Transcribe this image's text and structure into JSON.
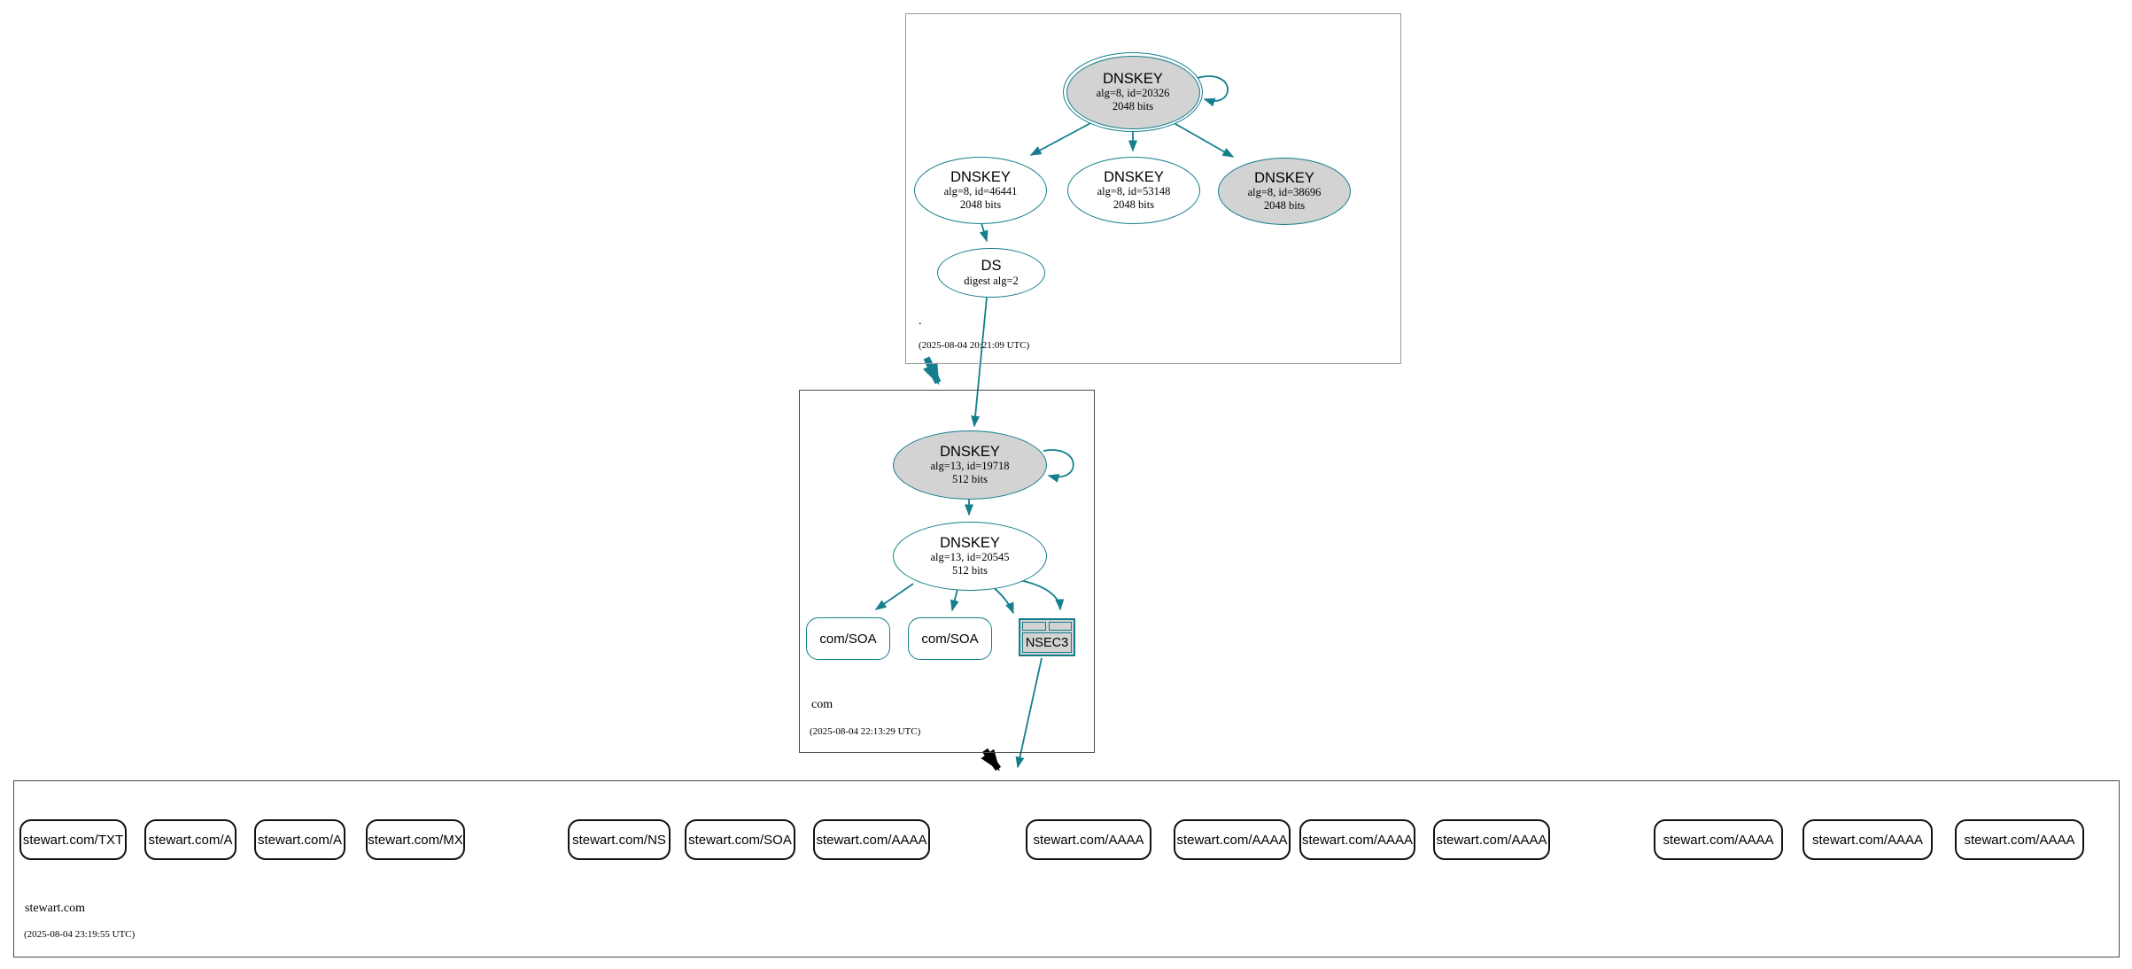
{
  "colors": {
    "teal": "#147e8c",
    "node_fill_gray": "#d3d3d3",
    "zone_border_root": "#999999",
    "zone_border_dark": "#4a4a4a",
    "insecure_edge_black": "#000000"
  },
  "zones": {
    "root": {
      "name": ".",
      "timestamp": "(2025-08-04 20:21:09 UTC)",
      "ksk": {
        "title": "DNSKEY",
        "detail1": "alg=8, id=20326",
        "detail2": "2048 bits"
      },
      "zsk1": {
        "title": "DNSKEY",
        "detail1": "alg=8, id=46441",
        "detail2": "2048 bits"
      },
      "zsk2": {
        "title": "DNSKEY",
        "detail1": "alg=8, id=53148",
        "detail2": "2048 bits"
      },
      "zsk3": {
        "title": "DNSKEY",
        "detail1": "alg=8, id=38696",
        "detail2": "2048 bits"
      },
      "ds": {
        "title": "DS",
        "detail1": "digest alg=2"
      }
    },
    "com": {
      "name": "com",
      "timestamp": "(2025-08-04 22:13:29 UTC)",
      "ksk": {
        "title": "DNSKEY",
        "detail1": "alg=13, id=19718",
        "detail2": "512 bits"
      },
      "zsk": {
        "title": "DNSKEY",
        "detail1": "alg=13, id=20545",
        "detail2": "512 bits"
      },
      "soa1": {
        "label": "com/SOA"
      },
      "soa2": {
        "label": "com/SOA"
      },
      "nsec3": {
        "label": "NSEC3"
      }
    },
    "stewart": {
      "name": "stewart.com",
      "timestamp": "(2025-08-04 23:19:55 UTC)",
      "rrsets": [
        "stewart.com/TXT",
        "stewart.com/A",
        "stewart.com/A",
        "stewart.com/MX",
        "stewart.com/NS",
        "stewart.com/SOA",
        "stewart.com/AAAA",
        "stewart.com/AAAA",
        "stewart.com/AAAA",
        "stewart.com/AAAA",
        "stewart.com/AAAA",
        "stewart.com/AAAA",
        "stewart.com/AAAA",
        "stewart.com/AAAA"
      ]
    }
  }
}
